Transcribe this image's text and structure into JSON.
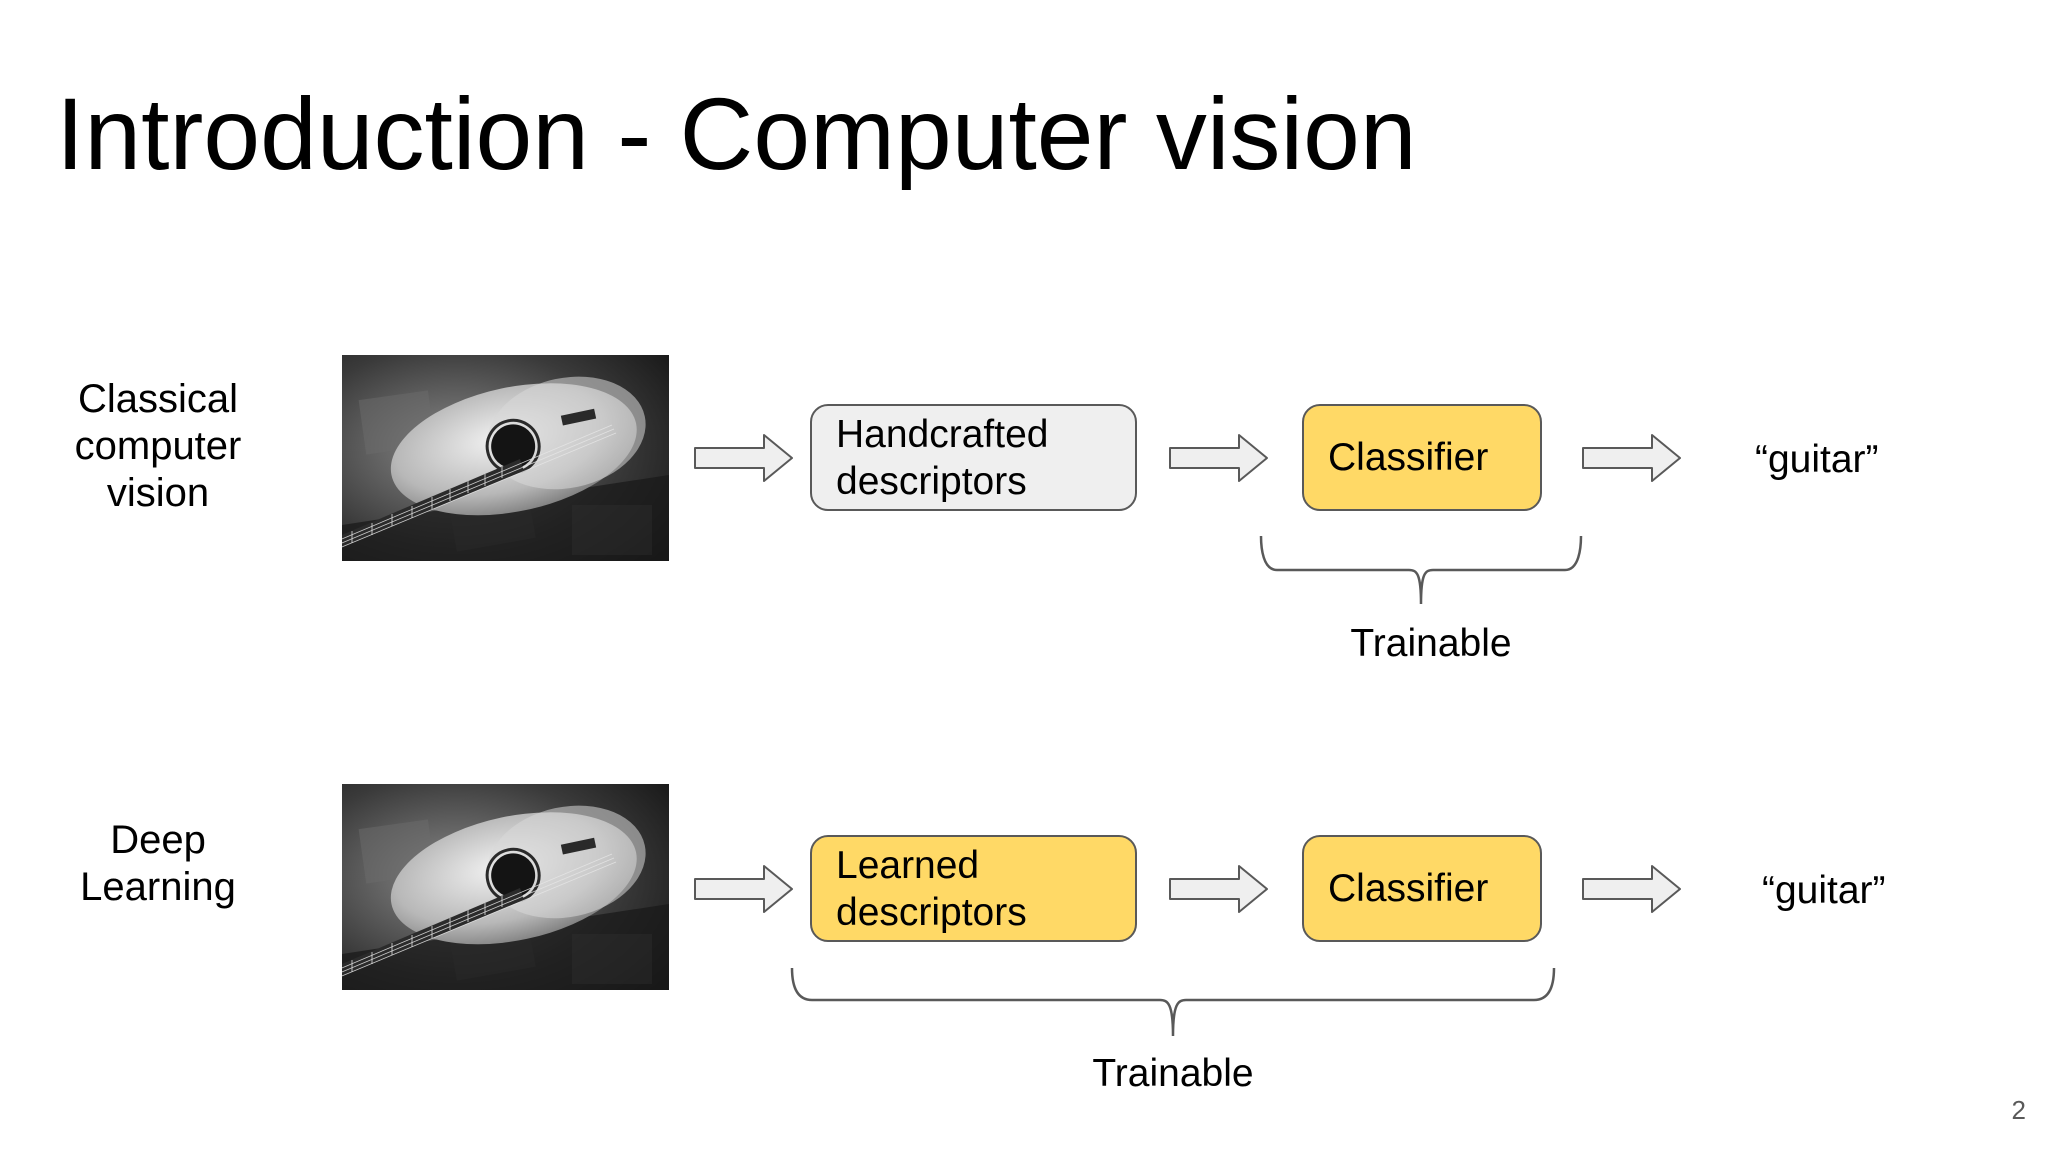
{
  "slide": {
    "title": "Introduction - Computer vision",
    "page_number": "2"
  },
  "rows": [
    {
      "label_lines": [
        "Classical",
        "computer",
        "vision"
      ],
      "image_icon": "guitar-photo",
      "descriptor_lines": [
        "Handcrafted",
        "descriptors"
      ],
      "descriptor_color": "#efefef",
      "classifier": "Classifier",
      "classifier_color": "#ffd966",
      "output": "“guitar”",
      "trainable_label": "Trainable"
    },
    {
      "label_lines": [
        "Deep",
        "Learning"
      ],
      "image_icon": "guitar-photo",
      "descriptor_lines": [
        "Learned",
        "descriptors"
      ],
      "descriptor_color": "#ffd966",
      "classifier": "Classifier",
      "classifier_color": "#ffd966",
      "output": "“guitar”",
      "trainable_label": "Trainable"
    }
  ],
  "colors": {
    "trainable_fill": "#ffd966",
    "fixed_fill": "#efefef",
    "outline": "#595959"
  }
}
